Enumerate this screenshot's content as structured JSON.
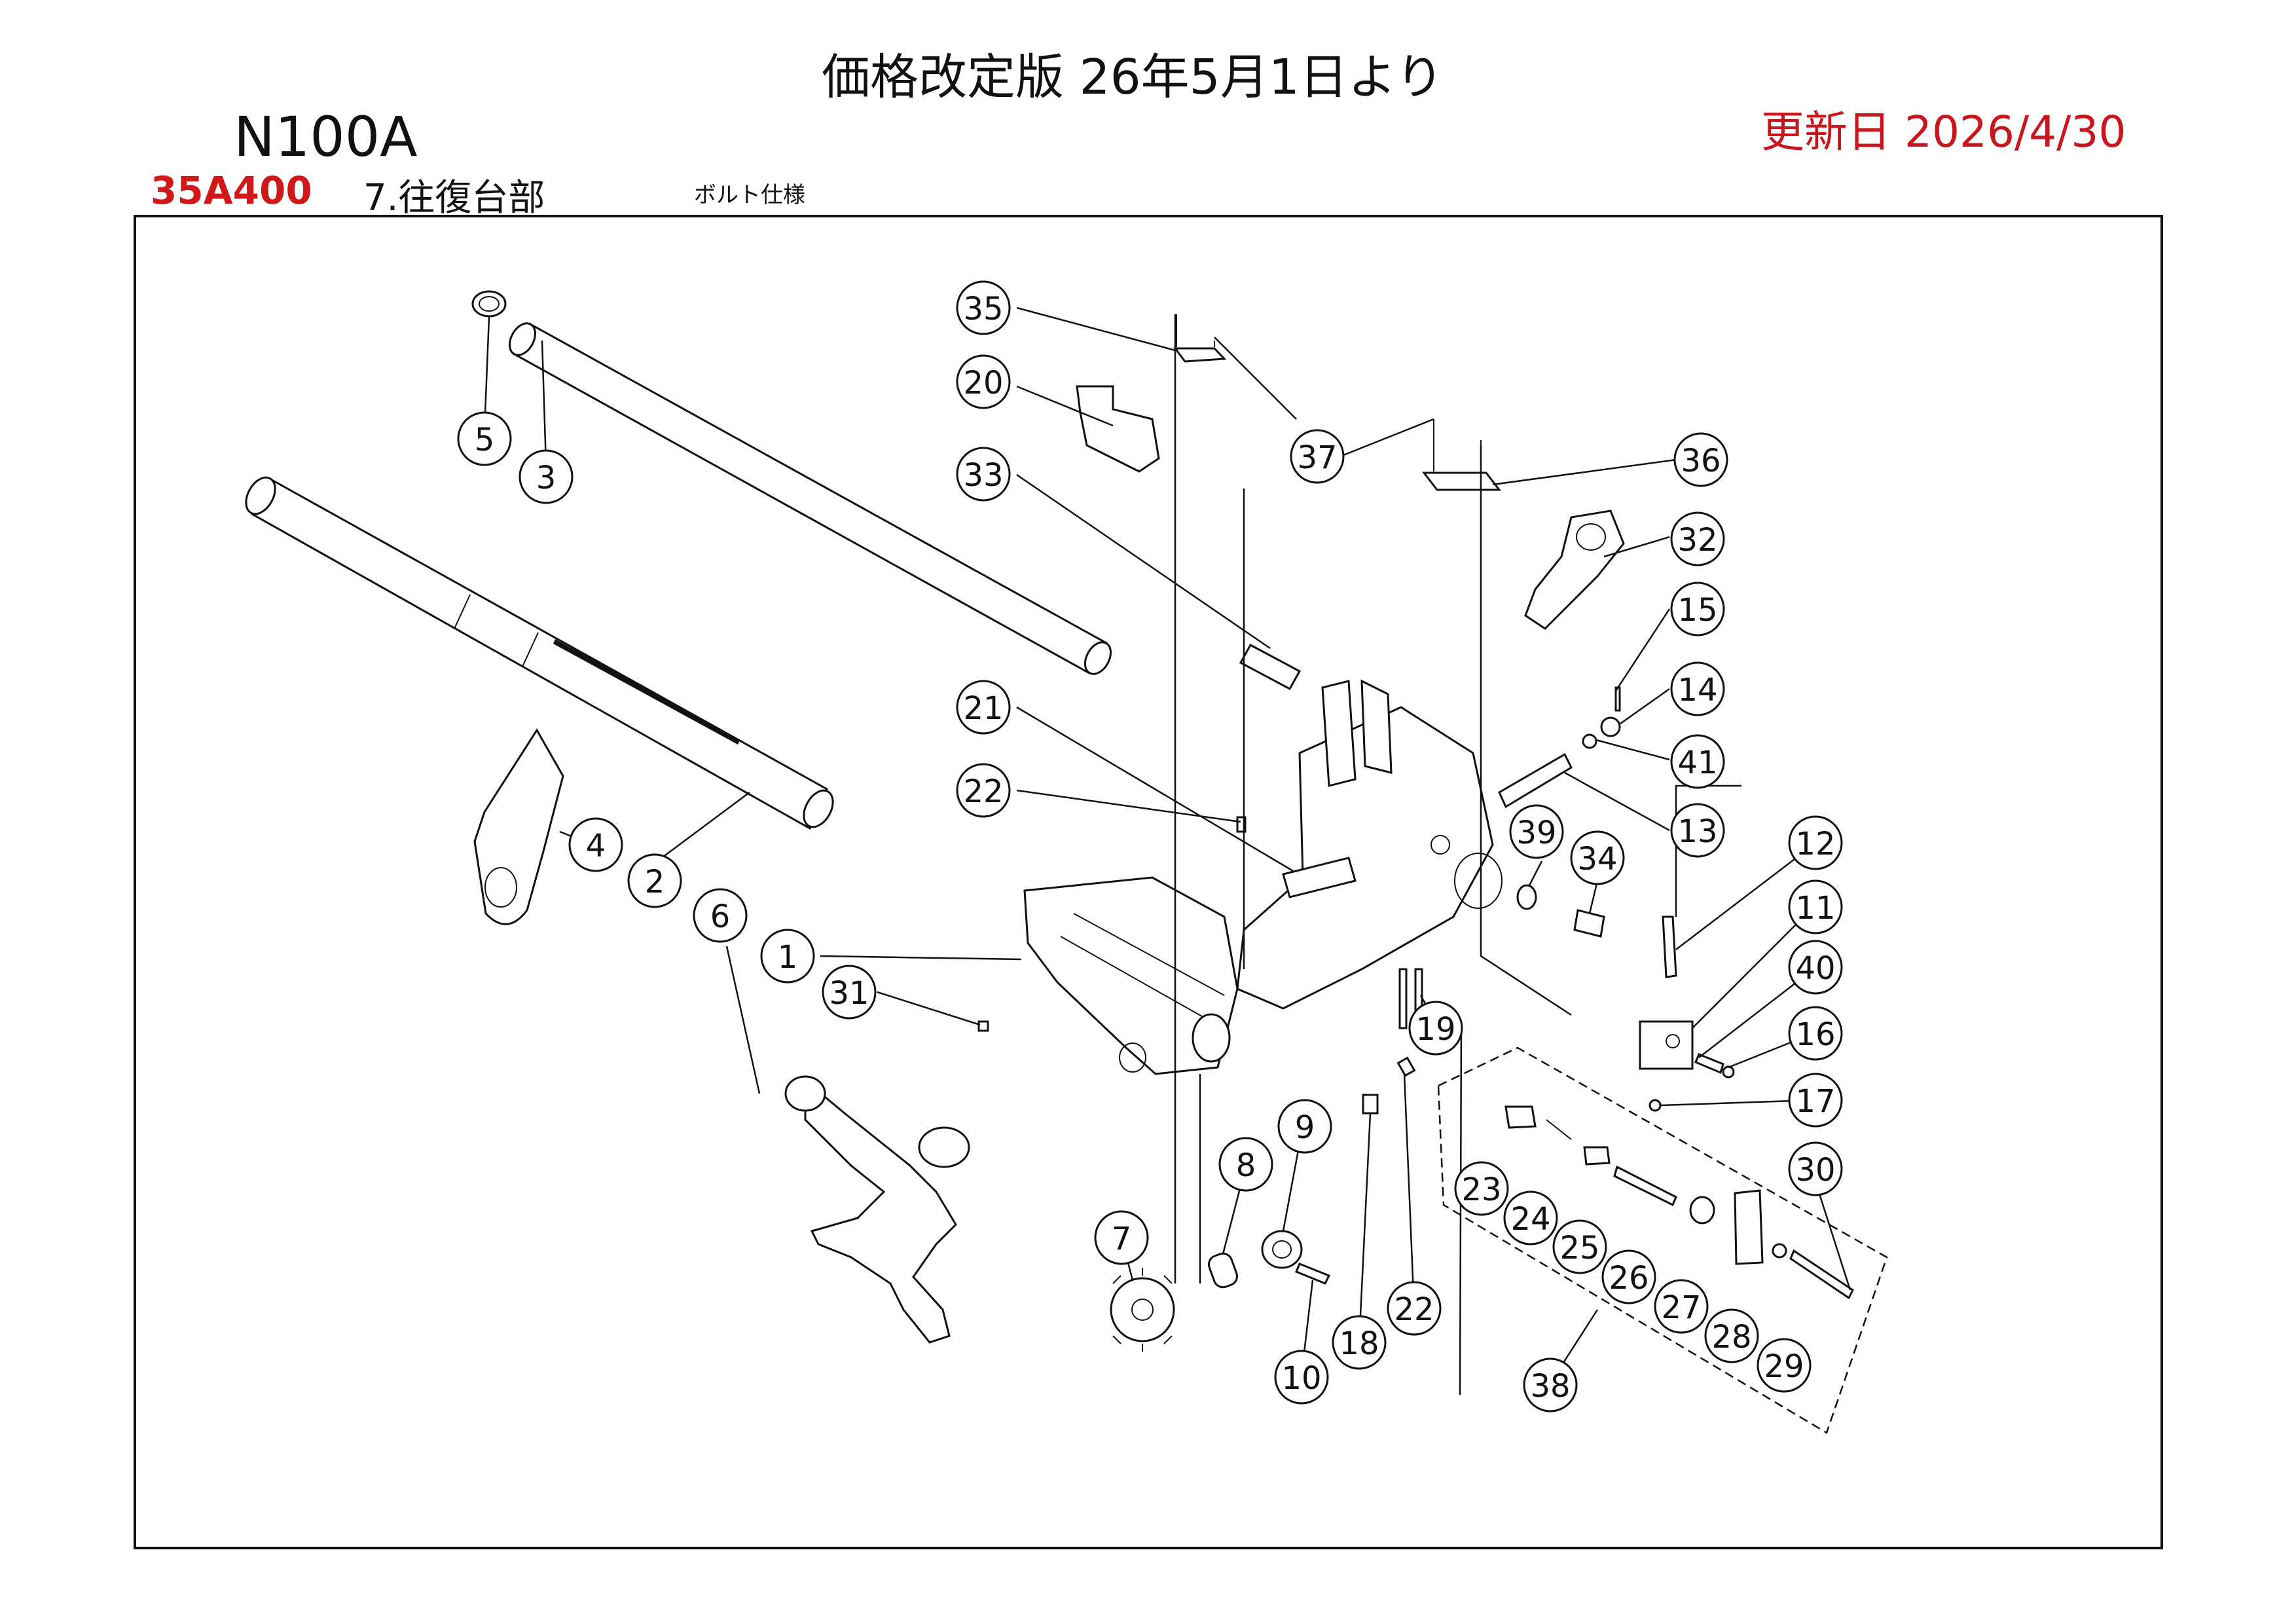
{
  "header": {
    "title": "価格改定版 26年5月1日より",
    "model": "N100A",
    "updated": "更新日  2026/4/30",
    "part_code": "35A400",
    "section": "7.往復台部",
    "note": "ボルト仕様"
  },
  "callouts": [
    {
      "id": "c35",
      "label": "35"
    },
    {
      "id": "c20",
      "label": "20"
    },
    {
      "id": "c37",
      "label": "37"
    },
    {
      "id": "c33",
      "label": "33"
    },
    {
      "id": "c36",
      "label": "36"
    },
    {
      "id": "c32",
      "label": "32"
    },
    {
      "id": "c15",
      "label": "15"
    },
    {
      "id": "c14",
      "label": "14"
    },
    {
      "id": "c41",
      "label": "41"
    },
    {
      "id": "c13",
      "label": "13"
    },
    {
      "id": "c21",
      "label": "21"
    },
    {
      "id": "c22a",
      "label": "22"
    },
    {
      "id": "c5",
      "label": "5"
    },
    {
      "id": "c3",
      "label": "3"
    },
    {
      "id": "c4",
      "label": "4"
    },
    {
      "id": "c2",
      "label": "2"
    },
    {
      "id": "c6",
      "label": "6"
    },
    {
      "id": "c1",
      "label": "1"
    },
    {
      "id": "c31",
      "label": "31"
    },
    {
      "id": "c39",
      "label": "39"
    },
    {
      "id": "c34",
      "label": "34"
    },
    {
      "id": "c12",
      "label": "12"
    },
    {
      "id": "c11",
      "label": "11"
    },
    {
      "id": "c40",
      "label": "40"
    },
    {
      "id": "c16",
      "label": "16"
    },
    {
      "id": "c17",
      "label": "17"
    },
    {
      "id": "c19",
      "label": "19"
    },
    {
      "id": "c30",
      "label": "30"
    },
    {
      "id": "c9",
      "label": "9"
    },
    {
      "id": "c8",
      "label": "8"
    },
    {
      "id": "c7",
      "label": "7"
    },
    {
      "id": "c23",
      "label": "23"
    },
    {
      "id": "c24",
      "label": "24"
    },
    {
      "id": "c25",
      "label": "25"
    },
    {
      "id": "c26",
      "label": "26"
    },
    {
      "id": "c27",
      "label": "27"
    },
    {
      "id": "c28",
      "label": "28"
    },
    {
      "id": "c29",
      "label": "29"
    },
    {
      "id": "c10",
      "label": "10"
    },
    {
      "id": "c18",
      "label": "18"
    },
    {
      "id": "c22b",
      "label": "22"
    },
    {
      "id": "c38",
      "label": "38"
    }
  ]
}
